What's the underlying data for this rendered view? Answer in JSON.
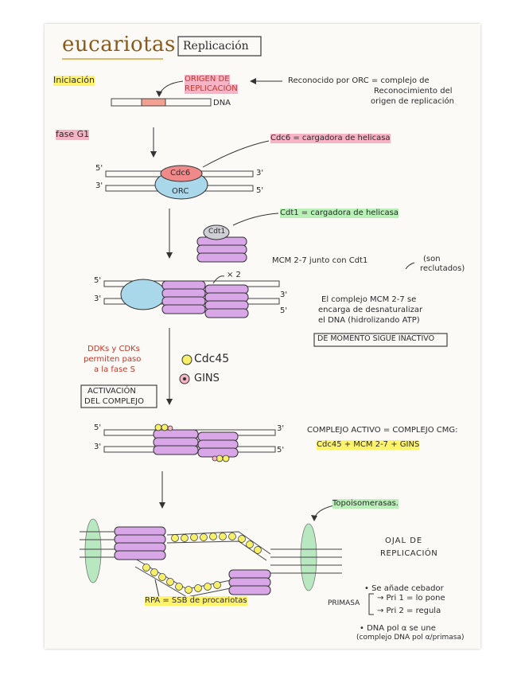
{
  "title": "eucariotas",
  "subtitle": "Replicación",
  "iniciacion": "Iniciación",
  "origen_line1": "ORIGEN DE",
  "origen_line2": "REPLICACIÓN",
  "dna": "DNA",
  "reconocido_line1": "Reconocido por ORC = complejo de",
  "reconocido_line2": "Reconocimiento del",
  "reconocido_line3": "origen de replicación",
  "fase_g1": "fase G1",
  "cdc6_label": "Cdc6 = cargadora de helicasa",
  "cdc6": "Cdc6",
  "orc": "ORC",
  "cdt1_label": "Cdt1 = cargadora de helicasa",
  "cdt1": "Cdt1",
  "mcm_label": "MCM 2-7 junto con Cdt1",
  "son_1": "(son",
  "son_2": "reclutados)",
  "x2": "× 2",
  "complejo_1": "El complejo MCM 2-7 se",
  "complejo_2": "encarga de desnaturalizar",
  "complejo_3": "el DNA (hidrolizando ATP)",
  "inactivo": "DE MOMENTO SIGUE INACTIVO",
  "ddks_1": "DDKs y CDKs",
  "ddks_2": "permiten paso",
  "ddks_3": "a la fase S",
  "cdc45": "Cdc45",
  "gins": "GINS",
  "activacion_1": "ACTIVACIÓN",
  "activacion_2": "DEL COMPLEJO",
  "cmg_1": "COMPLEJO ACTIVO = COMPLEJO CMG:",
  "cmg_2": "Cdc45 + MCM 2-7 + GINS",
  "topo": "Topoisomerasas.",
  "ojal_1": "OJAL DE",
  "ojal_2": "REPLICACIÓN",
  "rpa": "RPA = SSB de procariotas",
  "cebador": "• Se añade cebador",
  "primasa": "PRIMASA",
  "pri1": "→ Pri 1 = lo pone",
  "pri2": "→ Pri 2 = regula",
  "dnapol_1": "• DNA pol α se une",
  "dnapol_2": "(complejo DNA pol α/primasa)",
  "p5": "5'",
  "p3": "3'",
  "colors": {
    "mcm": "#d9a6e8",
    "orc": "#a8d8ea",
    "cdc6": "#f08a8a",
    "cdc45": "#f5ef6a",
    "topo": "#b8e8c0",
    "origin": "#f4a090"
  }
}
